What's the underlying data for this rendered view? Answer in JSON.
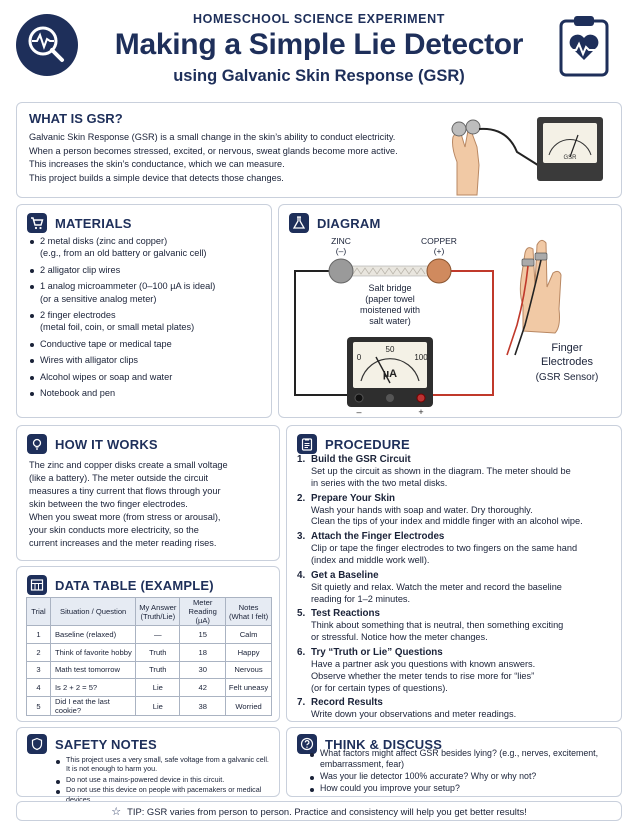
{
  "header": {
    "kicker": "HOMESCHOOL SCIENCE EXPERIMENT",
    "title": "Making a Simple Lie Detector",
    "subtitle": "using Galvanic Skin Response (GSR)"
  },
  "what_is": {
    "title": "WHAT IS GSR?",
    "lines": [
      "Galvanic Skin Response (GSR) is a small change in the skin’s ability to conduct electricity.",
      "When a person becomes stressed, excited, or nervous, sweat glands become more active.",
      "This increases the skin’s conductance, which we can measure.",
      "This project builds a simple device that detects those changes."
    ],
    "meter_label": "GSR"
  },
  "materials": {
    "title": "MATERIALS",
    "items": [
      {
        "main": "2 metal disks (zinc and copper)",
        "sub": "(e.g., from an old battery or galvanic cell)"
      },
      {
        "main": "2 alligator clip wires",
        "sub": ""
      },
      {
        "main": "1 analog microammeter (0–100 µA is ideal)",
        "sub": "(or a sensitive analog meter)"
      },
      {
        "main": "2 finger electrodes",
        "sub": "(metal foil, coin, or small metal plates)"
      },
      {
        "main": "Conductive tape or medical tape",
        "sub": ""
      },
      {
        "main": "Wires with alligator clips",
        "sub": ""
      },
      {
        "main": "Alcohol wipes or soap and water",
        "sub": ""
      },
      {
        "main": "Notebook and pen",
        "sub": ""
      }
    ]
  },
  "diagram": {
    "title": "DIAGRAM",
    "zinc": "ZINC",
    "zinc_sign": "(–)",
    "copper": "COPPER",
    "copper_sign": "(+)",
    "bridge": [
      "Salt bridge",
      "(paper towel",
      "moistened with",
      "salt water)"
    ],
    "scale_0": "0",
    "scale_50": "50",
    "scale_100": "100",
    "unit": "µA",
    "minus": "–",
    "plus": "+",
    "electrodes": [
      "Finger",
      "Electrodes"
    ],
    "sensor": "(GSR Sensor)"
  },
  "how": {
    "title": "HOW IT WORKS",
    "lines": [
      "The zinc and copper disks create a small voltage",
      "(like a battery). The meter outside the circuit",
      "measures a tiny current that flows through your",
      "skin between the two finger electrodes.",
      "When you sweat more (from stress or arousal),",
      "your skin conducts more electricity, so the",
      "current increases and the meter reading rises."
    ]
  },
  "table": {
    "title": "DATA TABLE (EXAMPLE)",
    "headers": [
      [
        "Trial"
      ],
      [
        "Situation / Question"
      ],
      [
        "My Answer",
        "(Truth/Lie)"
      ],
      [
        "Meter Reading",
        "(µA)"
      ],
      [
        "Notes",
        "(What I felt)"
      ]
    ],
    "rows": [
      [
        "1",
        "Baseline (relaxed)",
        "—",
        "15",
        "Calm"
      ],
      [
        "2",
        "Think of favorite hobby",
        "Truth",
        "18",
        "Happy"
      ],
      [
        "3",
        "Math test tomorrow",
        "Truth",
        "30",
        "Nervous"
      ],
      [
        "4",
        "Is 2 + 2 = 5?",
        "Lie",
        "42",
        "Felt uneasy"
      ],
      [
        "5",
        "Did I eat the last cookie?",
        "Lie",
        "38",
        "Worried"
      ]
    ]
  },
  "procedure": {
    "title": "PROCEDURE",
    "steps": [
      {
        "n": "1.",
        "t": "Build the GSR Circuit",
        "d": [
          "Set up the circuit as shown in the diagram. The meter should be",
          "in series with the two metal disks."
        ]
      },
      {
        "n": "2.",
        "t": "Prepare Your Skin",
        "d": [
          "Wash your hands with soap and water. Dry thoroughly.",
          "Clean the tips of your index and middle finger with an alcohol wipe."
        ]
      },
      {
        "n": "3.",
        "t": "Attach the Finger Electrodes",
        "d": [
          "Clip or tape the finger electrodes to two fingers on the same hand",
          "(index and middle work well)."
        ]
      },
      {
        "n": "4.",
        "t": "Get a Baseline",
        "d": [
          "Sit quietly and relax. Watch the meter and record the baseline",
          "reading for 1–2 minutes."
        ]
      },
      {
        "n": "5.",
        "t": "Test Reactions",
        "d": [
          "Think about something that is neutral, then something exciting",
          "or stressful. Notice how the meter changes."
        ]
      },
      {
        "n": "6.",
        "t": "Try “Truth or Lie” Questions",
        "d": [
          "Have a partner ask you questions with known answers.",
          "Observe whether the meter tends to rise more for “lies”",
          "(or for certain types of questions)."
        ]
      },
      {
        "n": "7.",
        "t": "Record Results",
        "d": [
          "Write down your observations and meter readings."
        ]
      }
    ]
  },
  "safety": {
    "title": "SAFETY NOTES",
    "items": [
      [
        "This project uses a very small, safe voltage from a galvanic cell.",
        "It is not enough to harm you."
      ],
      [
        "Do not use a mains-powered device in this circuit."
      ],
      [
        "Do not use this device on people with pacemakers or medical devices."
      ]
    ]
  },
  "think": {
    "title": "THINK & DISCUSS",
    "items": [
      [
        "What factors might affect GSR besides lying? (e.g., nerves, excitement,",
        "embarrassment, fear)"
      ],
      [
        "Was your lie detector 100% accurate? Why or why not?"
      ],
      [
        "How could you improve your setup?"
      ]
    ]
  },
  "tip": "TIP: GSR varies from person to person. Practice and consistency will help you get better results!",
  "colors": {
    "navy": "#1e2f5a",
    "copper": "#d08a5e",
    "zinc": "#9a9a9a",
    "red_wire": "#c0392b"
  }
}
